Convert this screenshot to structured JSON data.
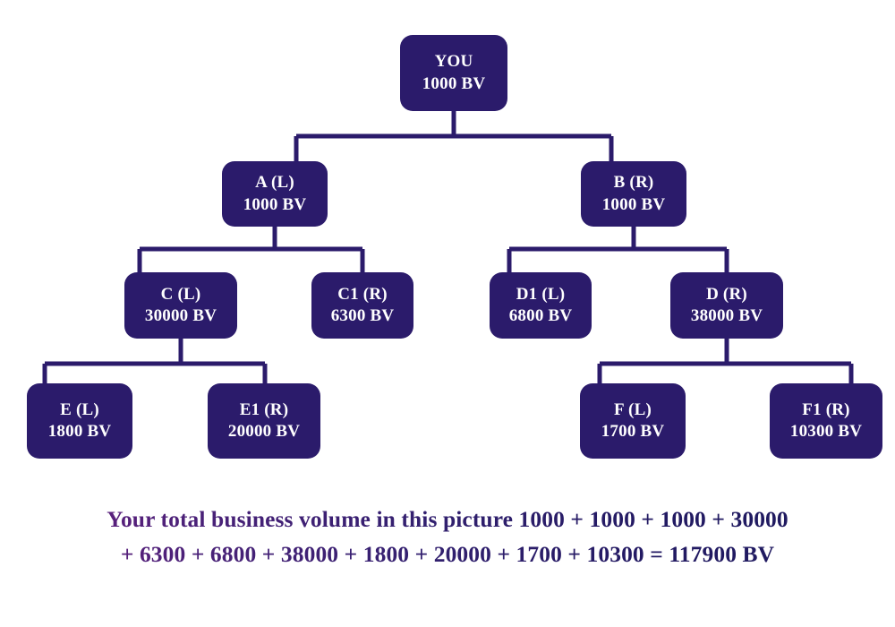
{
  "diagram": {
    "type": "binary-genealogy-tree",
    "accent_color": "#2b1b6b",
    "caption_gradient_start": "#6a1f80",
    "caption_gradient_end": "#1d1a5e",
    "nodes": [
      {
        "id": "you",
        "name": "YOU",
        "bv": "1000 BV",
        "value": 1000,
        "level": 0
      },
      {
        "id": "a",
        "name": "A (L)",
        "bv": "1000 BV",
        "value": 1000,
        "level": 1
      },
      {
        "id": "b",
        "name": "B (R)",
        "bv": "1000 BV",
        "value": 1000,
        "level": 1
      },
      {
        "id": "c",
        "name": "C (L)",
        "bv": "30000 BV",
        "value": 30000,
        "level": 2
      },
      {
        "id": "c1",
        "name": "C1 (R)",
        "bv": "6300 BV",
        "value": 6300,
        "level": 2
      },
      {
        "id": "d1",
        "name": "D1 (L)",
        "bv": "6800 BV",
        "value": 6800,
        "level": 2
      },
      {
        "id": "d",
        "name": "D (R)",
        "bv": "38000 BV",
        "value": 38000,
        "level": 2
      },
      {
        "id": "e",
        "name": "E (L)",
        "bv": "1800 BV",
        "value": 1800,
        "level": 3
      },
      {
        "id": "e1",
        "name": "E1 (R)",
        "bv": "20000 BV",
        "value": 20000,
        "level": 3
      },
      {
        "id": "f",
        "name": "F (L)",
        "bv": "1700 BV",
        "value": 1700,
        "level": 3
      },
      {
        "id": "f1",
        "name": "F1 (R)",
        "bv": "10300 BV",
        "value": 10300,
        "level": 3
      }
    ],
    "caption": {
      "line1": "Your total business volume in this picture 1000 + 1000 + 1000 + 30000",
      "line2": "+ 6300 + 6800 + 38000 + 1800 + 20000 + 1700 + 10300 = 117900 BV",
      "total": "117900 BV"
    }
  }
}
